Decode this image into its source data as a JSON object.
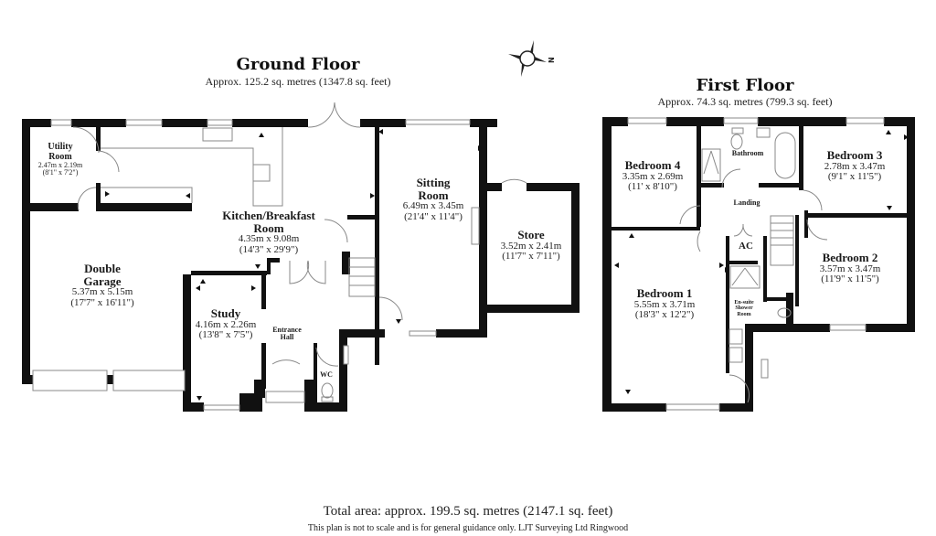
{
  "ground_floor": {
    "title": "Ground Floor",
    "area": "Approx. 125.2 sq. metres (1347.8 sq. feet)",
    "rooms": [
      {
        "name": "Utility",
        "name2": "Room",
        "metric": "2.47m x 2.19m",
        "imperial": "(8'1\" x 7'2\")"
      },
      {
        "name": "Kitchen/Breakfast",
        "name2": "Room",
        "metric": "4.35m x 9.08m",
        "imperial": "(14'3\" x 29'9\")"
      },
      {
        "name": "Sitting",
        "name2": "Room",
        "metric": "6.49m x 3.45m",
        "imperial": "(21'4\" x 11'4\")"
      },
      {
        "name": "Store",
        "metric": "3.52m x 2.41m",
        "imperial": "(11'7\" x 7'11\")"
      },
      {
        "name": "Double",
        "name2": "Garage",
        "metric": "5.37m x 5.15m",
        "imperial": "(17'7\" x 16'11\")"
      },
      {
        "name": "Study",
        "metric": "4.16m x 2.26m",
        "imperial": "(13'8\" x 7'5\")"
      },
      {
        "name": "Entrance",
        "name2": "Hall"
      },
      {
        "name": "WC"
      }
    ]
  },
  "first_floor": {
    "title": "First Floor",
    "area": "Approx. 74.3 sq. metres (799.3 sq. feet)",
    "rooms": [
      {
        "name": "Bedroom 4",
        "metric": "3.35m x 2.69m",
        "imperial": "(11' x 8'10\")"
      },
      {
        "name": "Bathroom"
      },
      {
        "name": "Bedroom 3",
        "metric": "2.78m x 3.47m",
        "imperial": "(9'1\" x 11'5\")"
      },
      {
        "name": "Landing"
      },
      {
        "name": "AC"
      },
      {
        "name": "Bedroom 1",
        "metric": "5.55m x 3.71m",
        "imperial": "(18'3\" x 12'2\")"
      },
      {
        "name": "En-suite",
        "name2": "Shower",
        "name3": "Room"
      },
      {
        "name": "Bedroom 2",
        "metric": "3.57m x 3.47m",
        "imperial": "(11'9\" x 11'5\")"
      }
    ]
  },
  "compass": {
    "label": "N"
  },
  "footer": {
    "total": "Total area: approx. 199.5 sq. metres (2147.1 sq. feet)",
    "disclaimer": "This plan is not to scale and is for general guidance only. LJT Surveying Ltd Ringwood"
  },
  "colors": {
    "wall": "#111111",
    "line": "#888888",
    "background": "#ffffff"
  }
}
